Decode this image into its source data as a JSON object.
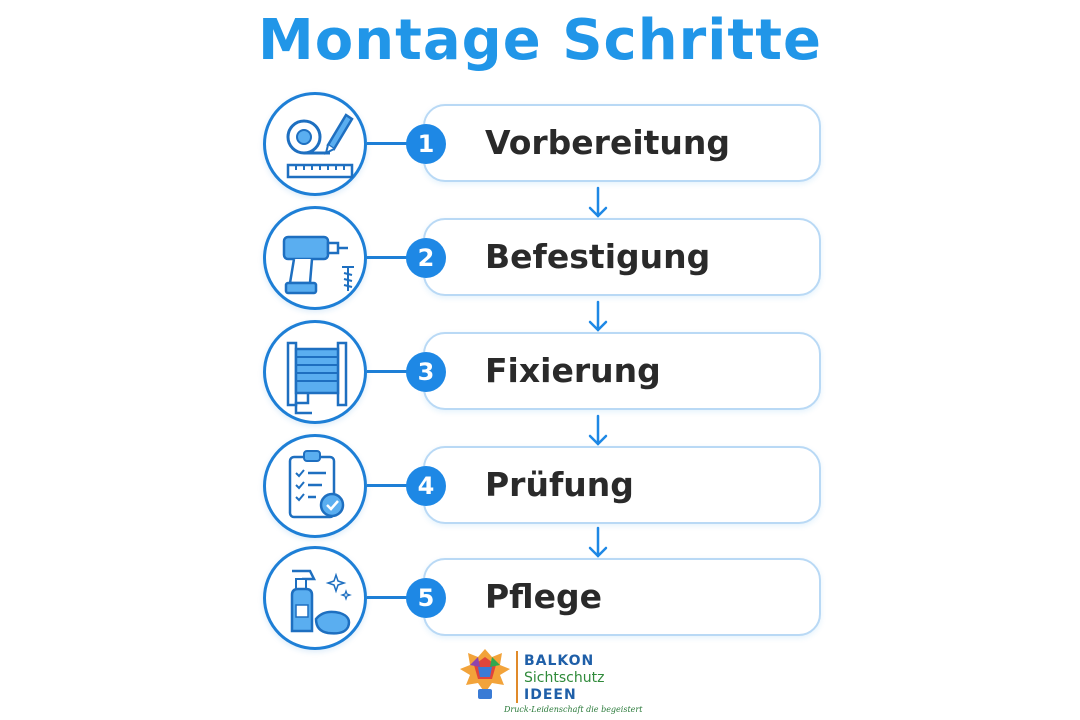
{
  "title": "Montage Schritte",
  "colors": {
    "accent": "#2196e8",
    "icon_stroke": "#1e7fd6",
    "icon_fill": "#5aaef0",
    "text": "#2a2a2a"
  },
  "steps": [
    {
      "number": "1",
      "label": "Vorbereitung",
      "icon": "measuring-tape-pencil-icon"
    },
    {
      "number": "2",
      "label": "Befestigung",
      "icon": "drill-screw-icon"
    },
    {
      "number": "3",
      "label": "Fixierung",
      "icon": "screen-panel-clamp-icon"
    },
    {
      "number": "4",
      "label": "Prüfung",
      "icon": "checklist-clipboard-icon"
    },
    {
      "number": "5",
      "label": "Pflege",
      "icon": "spray-bottle-cloth-icon"
    }
  ],
  "logo": {
    "line1": "BALKON",
    "line2": "Sichtschutz",
    "line3": "IDEEN",
    "tagline": "Druck-Leidenschaft die begeistert"
  }
}
